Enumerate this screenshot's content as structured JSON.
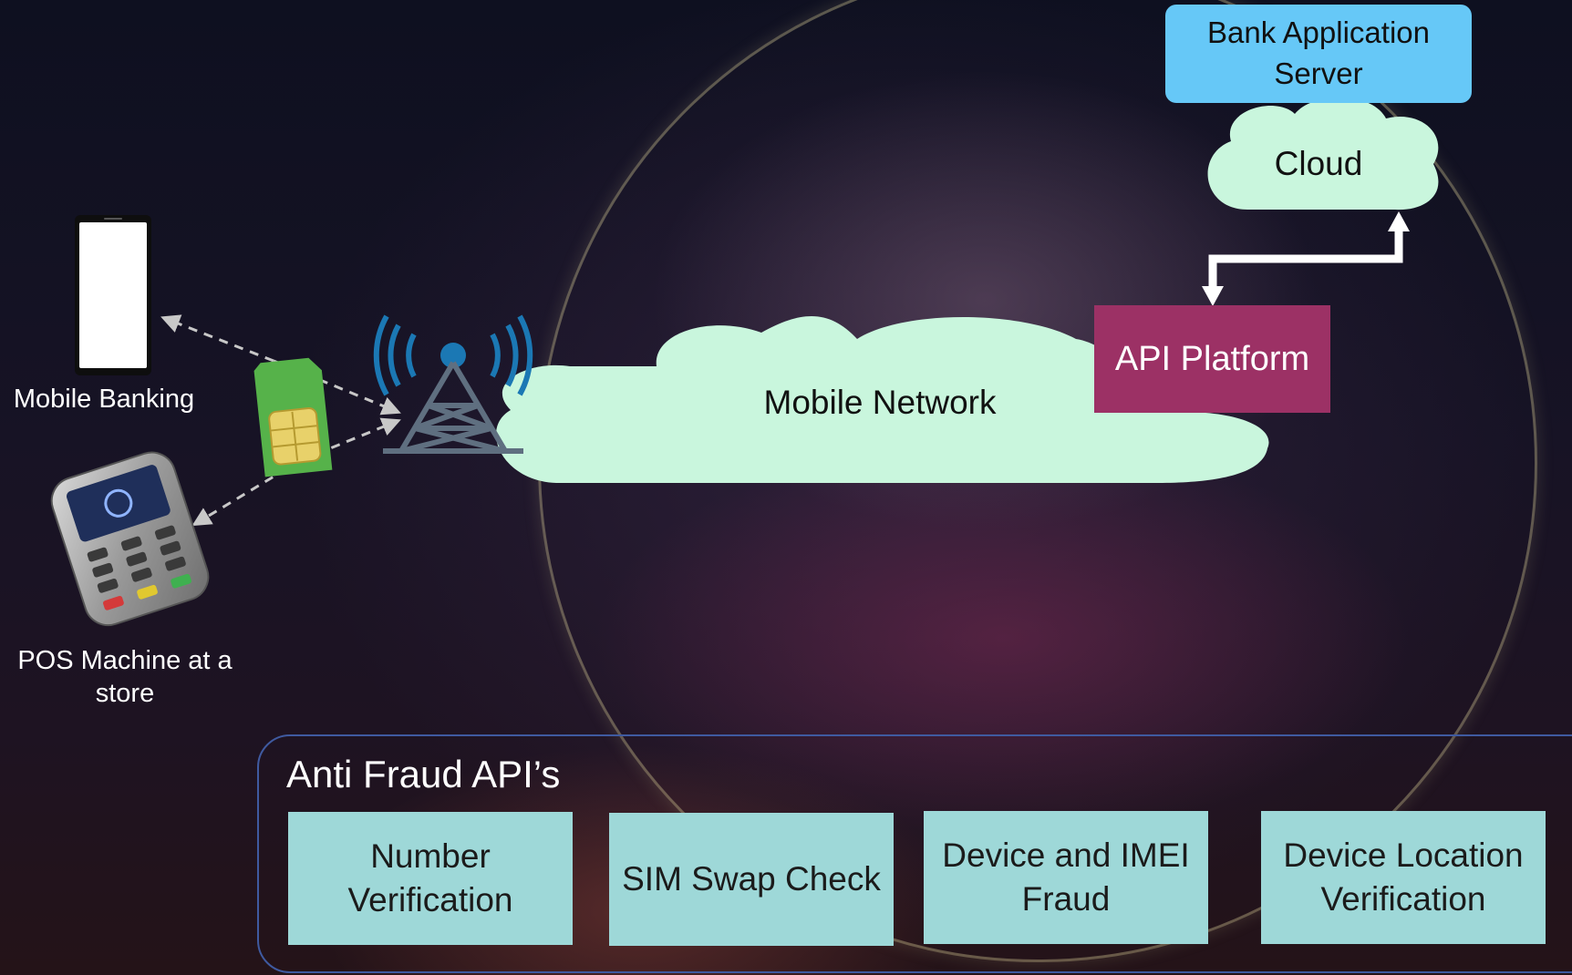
{
  "diagram": {
    "bank_server_label": "Bank Application Server",
    "cloud_label": "Cloud",
    "api_platform_label": "API Platform",
    "mobile_network_label": "Mobile Network",
    "mobile_banking_label": "Mobile Banking",
    "pos_label": "POS Machine at a store"
  },
  "anti_fraud": {
    "title": "Anti Fraud API’s",
    "apis": [
      "Number Verification",
      "SIM Swap Check",
      "Device and IMEI Fraud",
      "Device Location Verification"
    ]
  },
  "icons": [
    "mobile-phone-icon",
    "pos-terminal-icon",
    "sim-card-icon",
    "cell-tower-icon"
  ],
  "colors": {
    "bank_server": "#66c8f7",
    "cloud": "#c9f6dd",
    "api_platform": "#9c3165",
    "api_tile": "#9ed8d8",
    "panel_border": "#3f5aa0"
  }
}
